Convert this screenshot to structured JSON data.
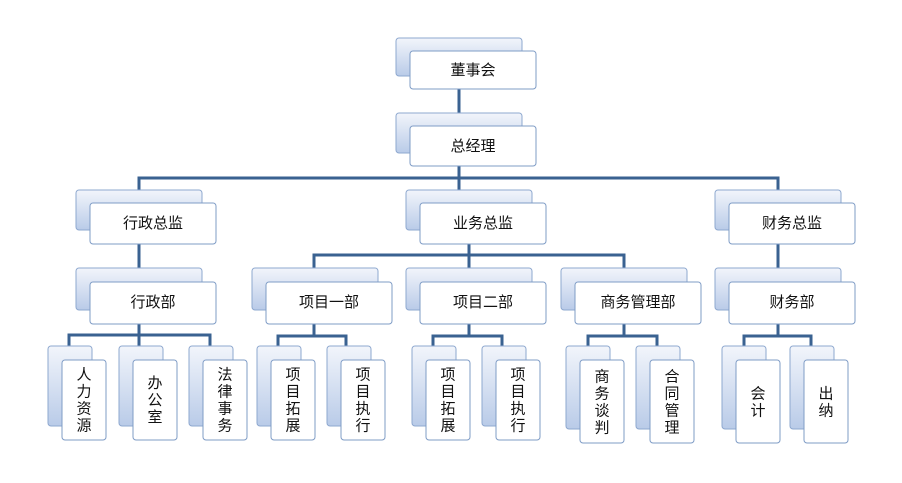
{
  "org_chart": {
    "root": "董事会",
    "general_manager": "总经理",
    "directors": [
      "行政总监",
      "业务总监",
      "财务总监"
    ],
    "departments": [
      "行政部",
      "项目一部",
      "项目二部",
      "商务管理部",
      "财务部"
    ],
    "units": {
      "xingzheng": [
        "人力资源",
        "办公室",
        "法律事务"
      ],
      "xiangmu1": [
        "项目拓展",
        "项目执行"
      ],
      "xiangmu2": [
        "项目拓展",
        "项目执行"
      ],
      "shangwu": [
        "商务谈判",
        "合同管理"
      ],
      "caiwu": [
        "会计",
        "出纳"
      ]
    }
  },
  "colors": {
    "connector": "#3a6291",
    "box_back_top": "#f2f5fb",
    "box_back_bottom": "#b9cbe8",
    "box_border": "#7f9cc6"
  }
}
